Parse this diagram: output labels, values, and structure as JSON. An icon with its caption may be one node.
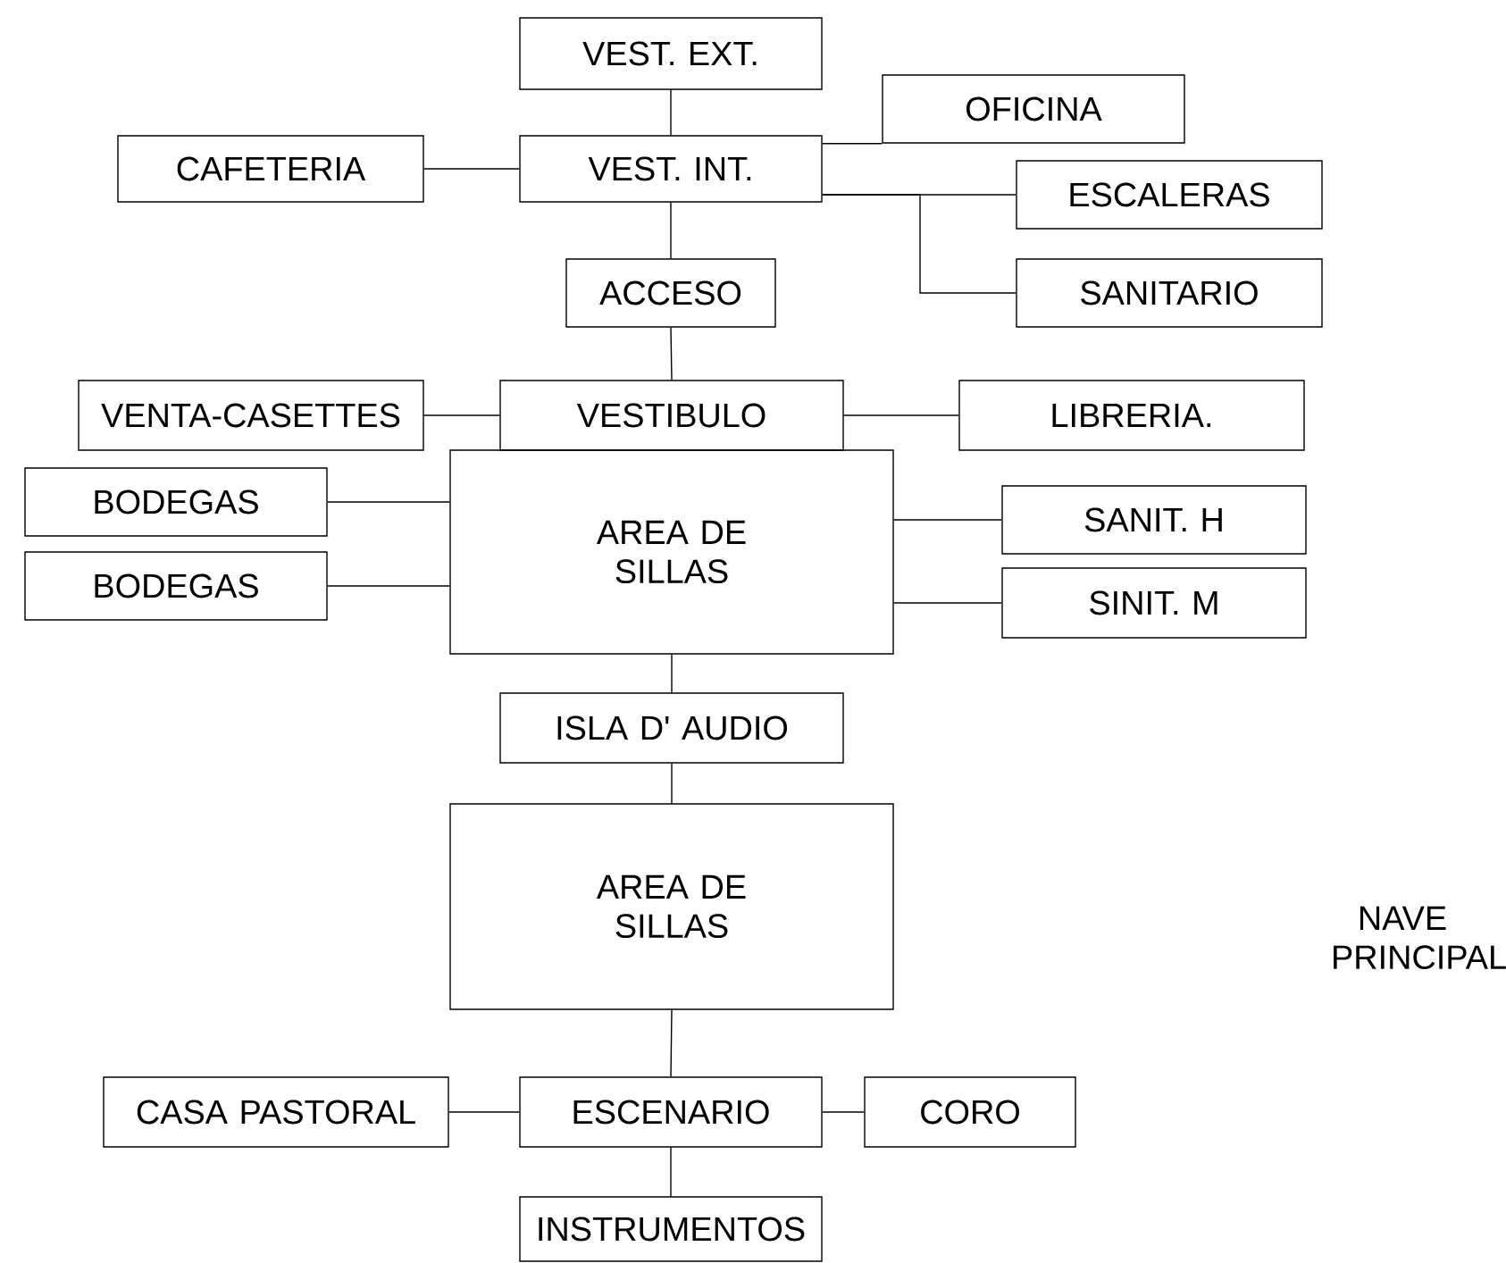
{
  "diagram": {
    "nodes": [
      {
        "text": [
          "VEST. EXT."
        ]
      },
      {
        "text": [
          "OFICINA"
        ]
      },
      {
        "text": [
          "CAFETERIA"
        ]
      },
      {
        "text": [
          "VEST. INT."
        ]
      },
      {
        "text": [
          "ESCALERAS"
        ]
      },
      {
        "text": [
          "SANITARIO"
        ]
      },
      {
        "text": [
          "ACCESO"
        ]
      },
      {
        "text": [
          "VENTA-CASETTES"
        ]
      },
      {
        "text": [
          "VESTIBULO"
        ]
      },
      {
        "text": [
          "LIBRERIA."
        ]
      },
      {
        "text": [
          "BODEGAS"
        ]
      },
      {
        "text": [
          "AREA DE SILLAS"
        ]
      },
      {
        "text": [
          "BODEGAS"
        ]
      },
      {
        "text": [
          "SANIT.  H"
        ]
      },
      {
        "text": [
          "SINIT.  M"
        ]
      },
      {
        "text": [
          "ISLA D' AUDIO"
        ]
      },
      {
        "text": [
          "AREA DE SILLAS"
        ]
      },
      {
        "text": [
          "CASA PASTORAL"
        ]
      },
      {
        "text": [
          "ESCENARIO"
        ]
      },
      {
        "text": [
          "CORO"
        ]
      },
      {
        "text": [
          "INSTRUMENTOS"
        ]
      }
    ],
    "edges": [
      {
        "from": 0,
        "to": 3,
        "arrow": "none"
      },
      {
        "from": 2,
        "to": 3,
        "arrow": "none"
      },
      {
        "from": 3,
        "to": 1,
        "arrow": "none"
      },
      {
        "from": 3,
        "to": 4,
        "arrow": "none"
      },
      {
        "from": 3,
        "to": 5,
        "arrow": "none"
      },
      {
        "from": 3,
        "to": 6,
        "arrow": "none"
      },
      {
        "from": 6,
        "to": 8,
        "arrow": "none"
      },
      {
        "from": 7,
        "to": 8,
        "arrow": "none"
      },
      {
        "from": 8,
        "to": 9,
        "arrow": "none"
      },
      {
        "from": 10,
        "to": 11,
        "arrow": "none"
      },
      {
        "from": 12,
        "to": 11,
        "arrow": "none"
      },
      {
        "from": 11,
        "to": 13,
        "arrow": "none"
      },
      {
        "from": 11,
        "to": 14,
        "arrow": "none"
      },
      {
        "from": 11,
        "to": 15,
        "arrow": "none"
      },
      {
        "from": 15,
        "to": 16,
        "arrow": "none"
      },
      {
        "from": 16,
        "to": 18,
        "arrow": "none"
      },
      {
        "from": 17,
        "to": 18,
        "arrow": "none"
      },
      {
        "from": 18,
        "to": 19,
        "arrow": "none"
      },
      {
        "from": 18,
        "to": 20,
        "arrow": "none"
      }
    ],
    "labels": [
      "NAVE PRINCIPAL"
    ]
  }
}
